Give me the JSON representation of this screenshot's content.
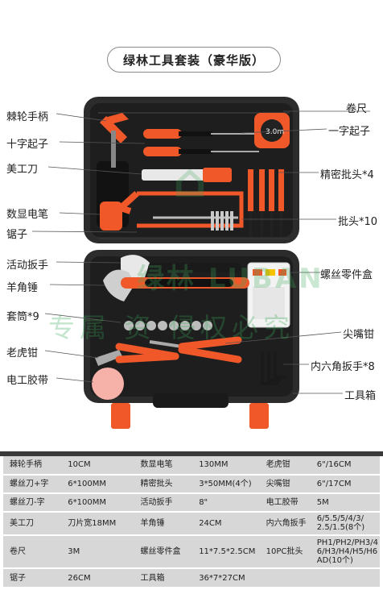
{
  "title": "绿林工具套装（豪华版）",
  "watermark": {
    "line": "专属   资  侵权必究",
    "brand": "绿林 LUBAN",
    "logo": "⌂"
  },
  "callouts_left": [
    "棘轮手柄",
    "十字起子",
    "美工刀",
    "数显电笔",
    "锯子",
    "活动扳手",
    "羊角锤",
    "套筒*9",
    "老虎钳",
    "电工胶带"
  ],
  "callouts_right": [
    "卷尺",
    "一字起子",
    "精密批头*4",
    "批头*10",
    "螺丝零件盒",
    "尖嘴钳",
    "内六角扳手*8",
    "工具箱"
  ],
  "tape_reading": "3.0m",
  "spec_table": [
    [
      {
        "k": "棘轮手柄",
        "v": "10CM"
      },
      {
        "k": "数显电笔",
        "v": "130MM"
      },
      {
        "k": "老虎钳",
        "v": "6\"/16CM"
      }
    ],
    [
      {
        "k": "螺丝刀+字",
        "v": "6*100MM"
      },
      {
        "k": "精密批头",
        "v": "3*50MM(4个)"
      },
      {
        "k": "尖嘴钳",
        "v": "6\"/17CM"
      }
    ],
    [
      {
        "k": "螺丝刀-字",
        "v": "6*100MM"
      },
      {
        "k": "活动扳手",
        "v": "8\""
      },
      {
        "k": "电工胶带",
        "v": "5M"
      }
    ],
    [
      {
        "k": "美工刀",
        "v": "刀片宽18MM"
      },
      {
        "k": "羊角锤",
        "v": "24CM"
      },
      {
        "k": "内六角扳手",
        "v": "6/5.5/5/4/3/ 2.5/1.5(8个)"
      }
    ],
    [
      {
        "k": "卷尺",
        "v": "3M"
      },
      {
        "k": "螺丝零件盒",
        "v": "11*7.5*2.5CM"
      },
      {
        "k": "10PC批头",
        "v": "PH1/PH2/PH3/4 6/H3/H4/H5/H6 AD(10个)"
      }
    ],
    [
      {
        "k": "锯子",
        "v": "26CM"
      },
      {
        "k": "工具箱",
        "v": "36*7*27CM"
      },
      {
        "k": "",
        "v": ""
      }
    ]
  ],
  "colors": {
    "orange": "#f0582a",
    "case": "#2c2c2c",
    "case_dark": "#1a1a1a",
    "table_bg": "#d7d7d7"
  }
}
